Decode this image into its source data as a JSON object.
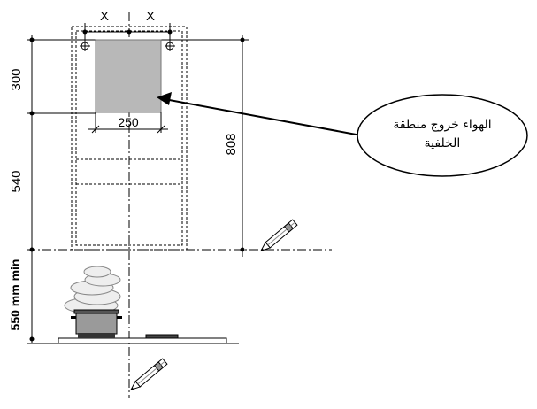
{
  "labels": {
    "x_left": "X",
    "x_right": "X",
    "dim_300": "300",
    "dim_540": "540",
    "dim_250": "250",
    "dim_808": "808",
    "dim_550": "550 mm min",
    "callout_line1": "الهواء خروج منطقة",
    "callout_line2": "الخلفية"
  },
  "colors": {
    "outlet_fill": "#b8b8b8",
    "line": "#000000"
  },
  "icons": [
    "pencil-icon",
    "pencil-icon",
    "pot-icon"
  ]
}
